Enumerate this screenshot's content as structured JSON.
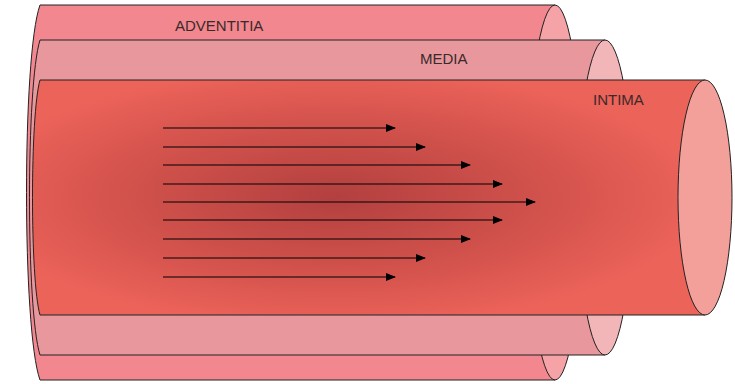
{
  "diagram": {
    "labels": [
      "ADVENTITIA",
      "MEDIA",
      "INTIMA"
    ]
  }
}
